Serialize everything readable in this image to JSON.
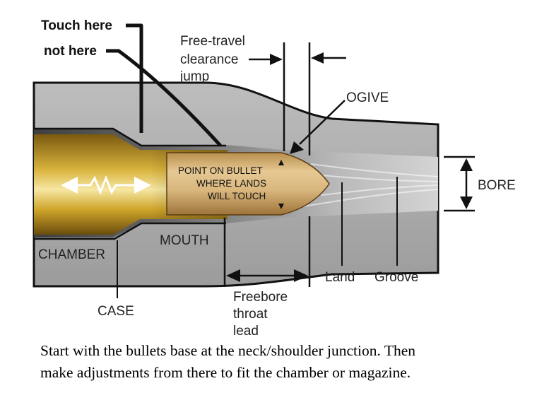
{
  "labels": {
    "touch_here": "Touch here",
    "not_here": "not here",
    "free_travel_1": "Free-travel",
    "free_travel_2": "clearance",
    "free_travel_3": "jump",
    "ogive": "OGIVE",
    "bullet_1": "POINT ON BULLET",
    "bullet_2": "WHERE LANDS",
    "bullet_3": "WILL TOUCH",
    "bore": "BORE",
    "chamber": "CHAMBER",
    "mouth": "MOUTH",
    "case": "CASE",
    "freebore_1": "Freebore",
    "freebore_2": "throat",
    "freebore_3": "lead",
    "land": "Land",
    "groove": "Groove"
  },
  "caption": {
    "line1": "Start with the bullets base at the neck/shoulder junction. Then",
    "line2": "make adjustments from there to fit the chamber or magazine."
  },
  "colors": {
    "barrel": "#a9a9a9",
    "bore_dark": "#4a4a4a",
    "case_gold": "#c9a225",
    "bullet": "#d9b77e",
    "ink": "#111111"
  }
}
